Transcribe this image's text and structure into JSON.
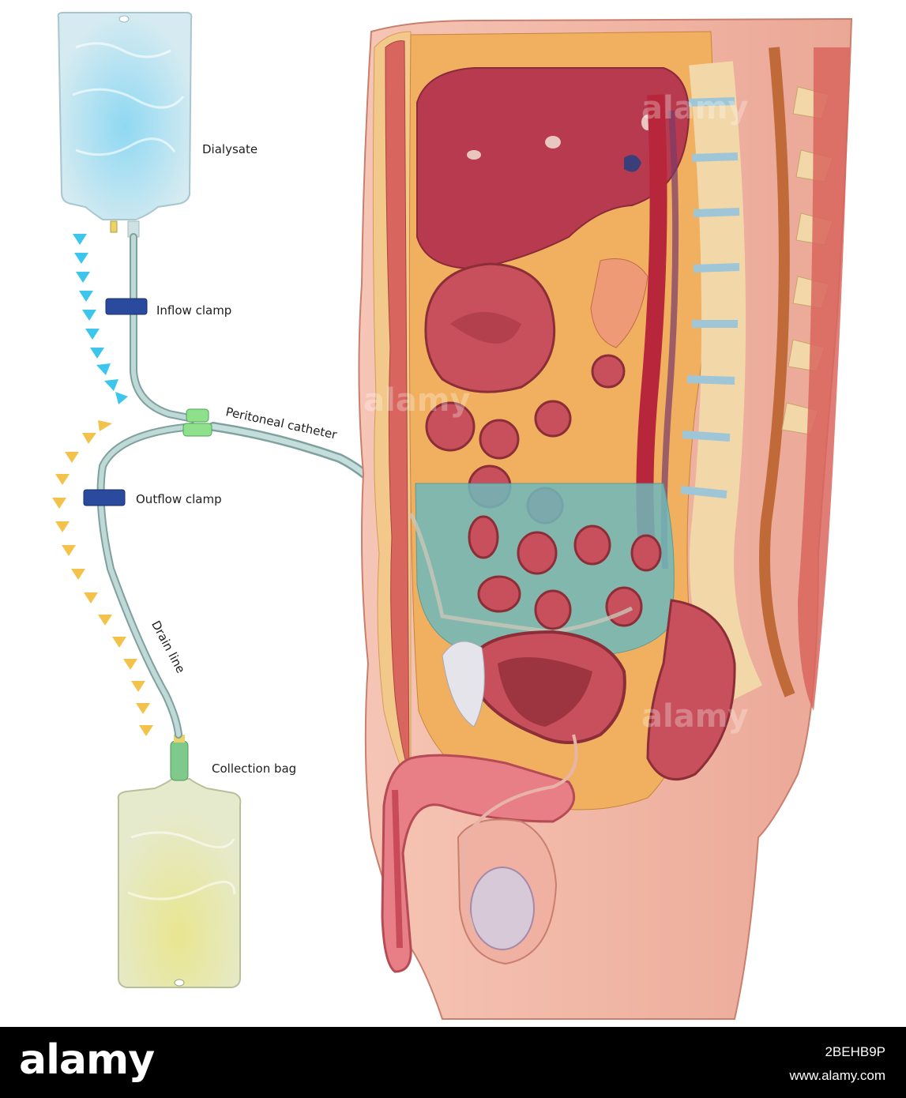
{
  "labels": {
    "dialysate": "Dialysate",
    "inflow_clamp": "Inflow clamp",
    "peritoneal_catheter": "Peritoneal catheter",
    "outflow_clamp": "Outflow clamp",
    "drain_line": "Drain line",
    "collection_bag": "Collection bag"
  },
  "footer": {
    "brand": "alamy",
    "image_id": "2BEHB9P",
    "site": "www.alamy.com"
  },
  "watermark": "alamy",
  "colors": {
    "dialysate_bag": "#cfe6ee",
    "dialysate_glow": "#8fd8f2",
    "collection_bag": "#e3e7c2",
    "collection_glow": "#e8e690",
    "tubing": "#a9c8c6",
    "connector": "#8fe08a",
    "clamp": "#2a4a9e",
    "inflow_arrows": "#3cc6ee",
    "outflow_arrows": "#f3c24a",
    "skin": "#f3b9a8",
    "dialysate_fluid": "#6fb9bb",
    "liver": "#b83a4e",
    "fat": "#f2c98a",
    "muscle": "#d9665e",
    "bone": "#f2d7a8",
    "footer_bg": "#000000"
  }
}
